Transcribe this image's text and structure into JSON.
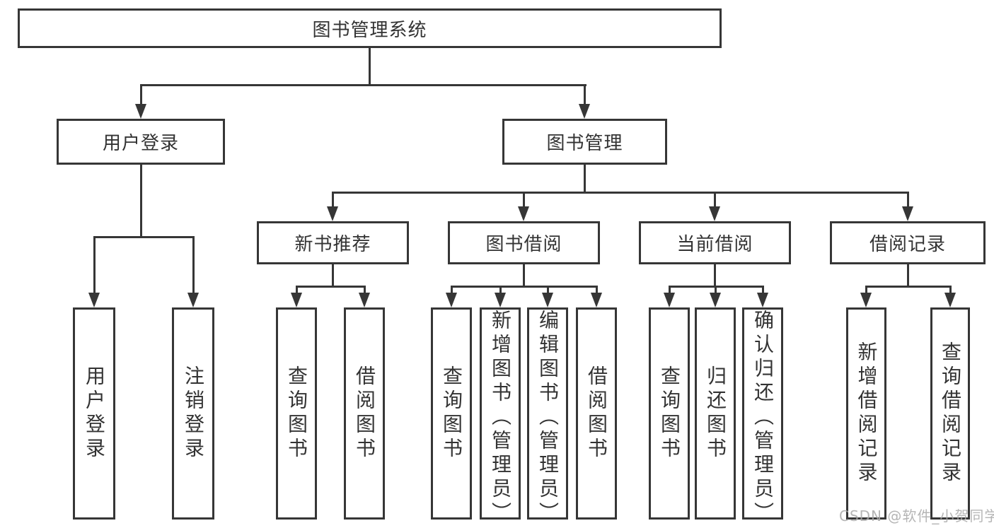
{
  "diagram": {
    "title": "图书管理系统",
    "level2": [
      {
        "label": "用户登录"
      },
      {
        "label": "图书管理"
      }
    ],
    "level3": [
      {
        "label": "新书推荐"
      },
      {
        "label": "图书借阅"
      },
      {
        "label": "当前借阅"
      },
      {
        "label": "借阅记录"
      }
    ],
    "leaves": [
      {
        "label": "用户登录"
      },
      {
        "label": "注销登录"
      },
      {
        "label": "查询图书"
      },
      {
        "label": "借阅图书"
      },
      {
        "label": "查询图书"
      },
      {
        "label": "新增图书（管理员）"
      },
      {
        "label": "编辑图书（管理员）"
      },
      {
        "label": "借阅图书"
      },
      {
        "label": "查询图书"
      },
      {
        "label": "归还图书"
      },
      {
        "label": "确认归还（管理员）"
      },
      {
        "label": "新增借阅记录"
      },
      {
        "label": "查询借阅记录"
      }
    ],
    "watermark": "CSDN @软件_小贺同学",
    "colors": {
      "line": "#363636",
      "text": "#333333",
      "watermark": "#a9a9a9",
      "background": "#ffffff"
    }
  }
}
